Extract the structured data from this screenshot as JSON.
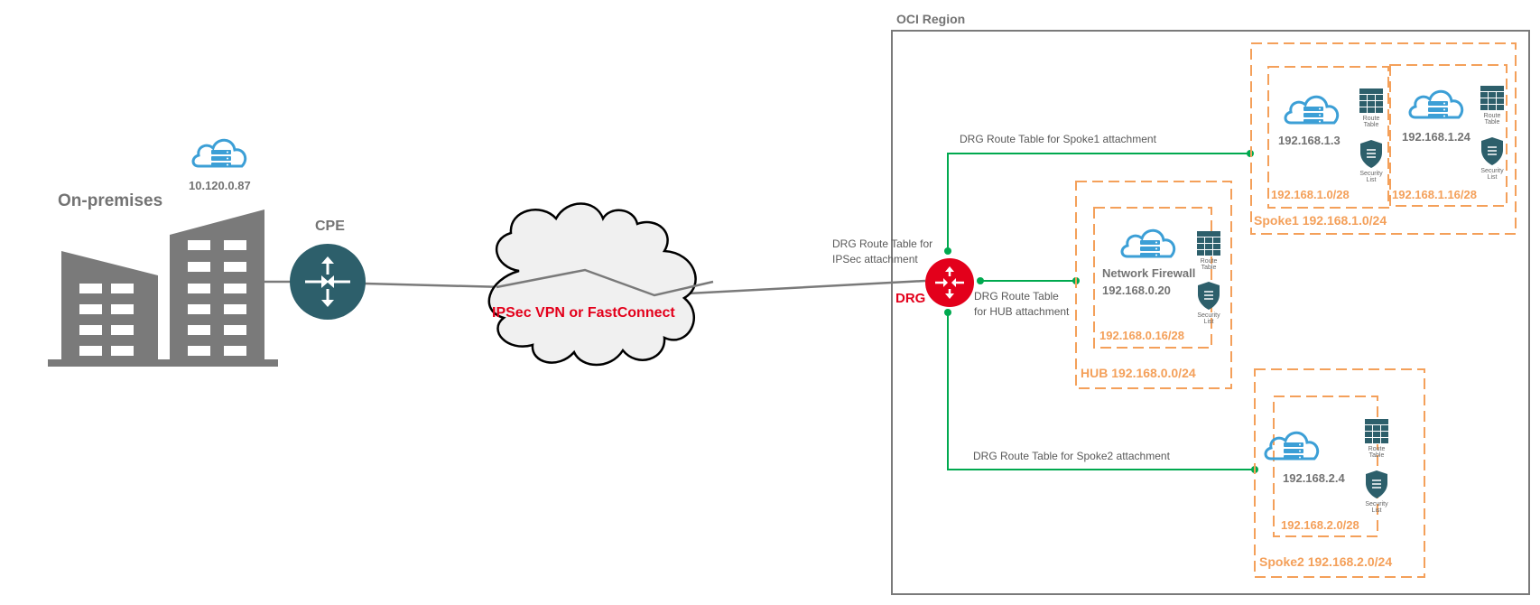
{
  "region": {
    "label": "OCI Region"
  },
  "onprem": {
    "label": "On-premises",
    "ip": "10.120.0.87"
  },
  "cpe": {
    "label": "CPE"
  },
  "cloud": {
    "label": "IPSec VPN or FastConnect"
  },
  "drg": {
    "label": "DRG"
  },
  "routes": {
    "ipsec": "DRG Route Table for IPSec  attachment",
    "hub": "DRG Route Table for HUB attachment",
    "spoke1": "DRG Route Table for Spoke1 attachment",
    "spoke2": "DRG Route Table for Spoke2 attachment"
  },
  "hub": {
    "vcn": "HUB 192.168.0.0/24",
    "subnet": "192.168.0.16/28",
    "name": "Network Firewall",
    "ip": "192.168.0.20"
  },
  "spoke1": {
    "vcn": "Spoke1 192.168.1.0/24",
    "subnets": [
      {
        "cidr": "192.168.1.0/28",
        "ip": "192.168.1.3"
      },
      {
        "cidr": "192.168.1.16/28",
        "ip": "192.168.1.24"
      }
    ]
  },
  "spoke2": {
    "vcn": "Spoke2 192.168.2.0/24",
    "subnet": "192.168.2.0/28",
    "ip": "192.168.2.4"
  },
  "labels": {
    "route_table": "Route Table",
    "security_list": "Security List"
  },
  "colors": {
    "orange": "#f4a05a",
    "green": "#00a94f",
    "teal": "#2d5f6b",
    "red": "#e3001b",
    "cloud_blue": "#3c9fd6"
  }
}
